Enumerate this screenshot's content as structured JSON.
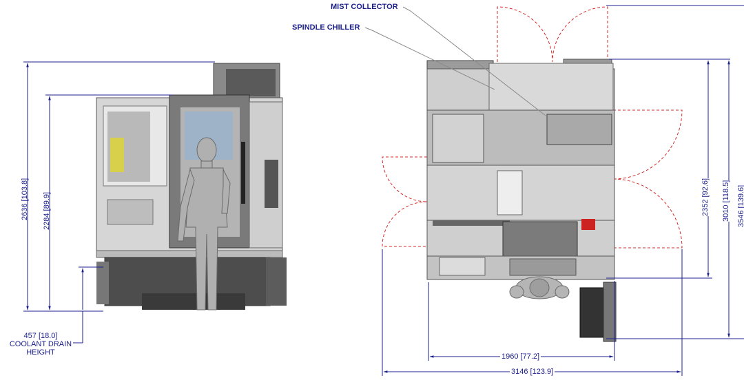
{
  "callouts": {
    "mist_collector": "MIST COLLECTOR",
    "spindle_chiller": "SPINDLE CHILLER"
  },
  "front_view": {
    "dim_overall_height": "2636 [103.8]",
    "dim_door_height": "2284 [89.9]",
    "dim_drain": "457 [18.0]",
    "drain_label_line1": "COOLANT DRAIN",
    "drain_label_line2": "HEIGHT"
  },
  "top_view": {
    "dim_width_inner": "1960 [77.2]",
    "dim_width_overall": "3146 [123.9]",
    "dim_depth_1": "2352 [92.6]",
    "dim_depth_2": "3010 [118.5]",
    "dim_depth_3": "3546 [139.6]"
  },
  "colors": {
    "dimension": "#1b1f8c",
    "door_swing": "#d62b2b",
    "machine_body": "#c9c9c9",
    "machine_dark": "#6e6e6e"
  }
}
